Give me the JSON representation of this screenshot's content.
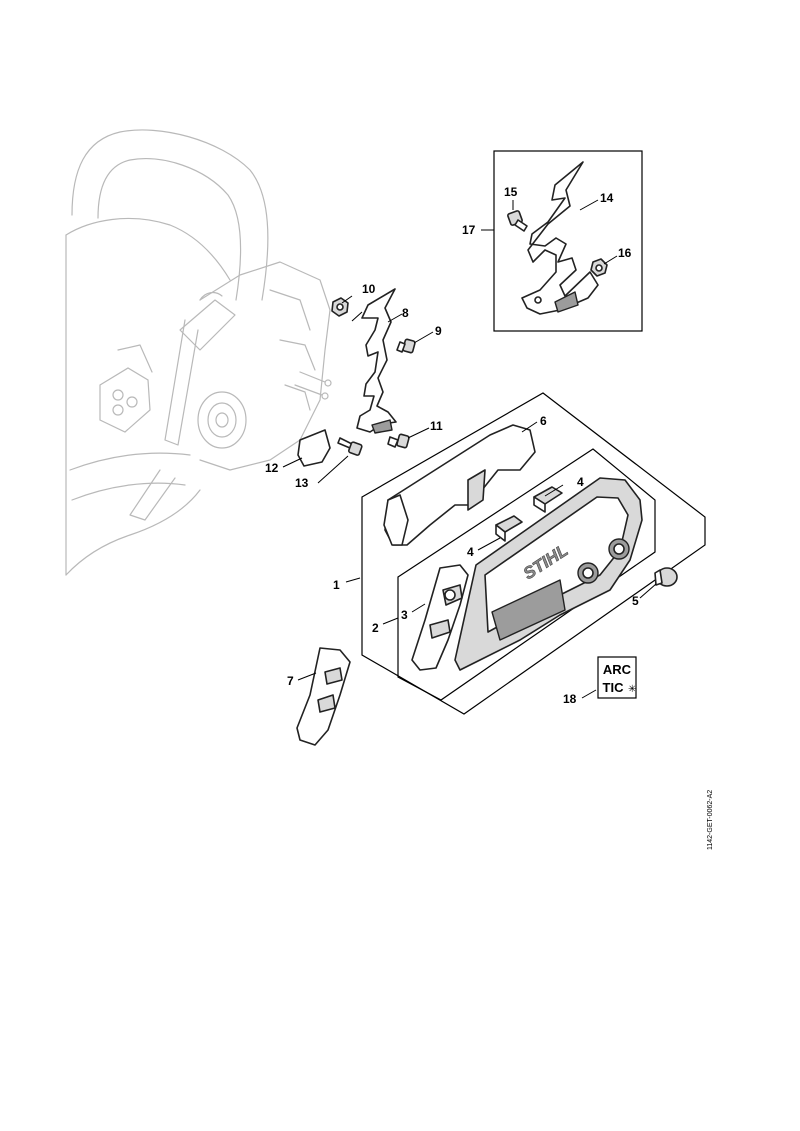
{
  "callouts": [
    {
      "id": "1",
      "text": "1"
    },
    {
      "id": "2",
      "text": "2"
    },
    {
      "id": "3",
      "text": "3"
    },
    {
      "id": "4a",
      "text": "4"
    },
    {
      "id": "4b",
      "text": "4"
    },
    {
      "id": "5",
      "text": "5"
    },
    {
      "id": "6",
      "text": "6"
    },
    {
      "id": "7",
      "text": "7"
    },
    {
      "id": "8",
      "text": "8"
    },
    {
      "id": "9",
      "text": "9"
    },
    {
      "id": "10",
      "text": "10"
    },
    {
      "id": "11",
      "text": "11"
    },
    {
      "id": "12",
      "text": "12"
    },
    {
      "id": "13",
      "text": "13"
    },
    {
      "id": "14",
      "text": "14"
    },
    {
      "id": "15",
      "text": "15"
    },
    {
      "id": "16",
      "text": "16"
    },
    {
      "id": "17",
      "text": "17"
    },
    {
      "id": "18",
      "text": "18"
    }
  ],
  "brand_mark": "STIHL",
  "arctic_label": {
    "line1": "ARC",
    "line2": "TIC"
  },
  "reference_code": "1142-GET-0062-A2"
}
